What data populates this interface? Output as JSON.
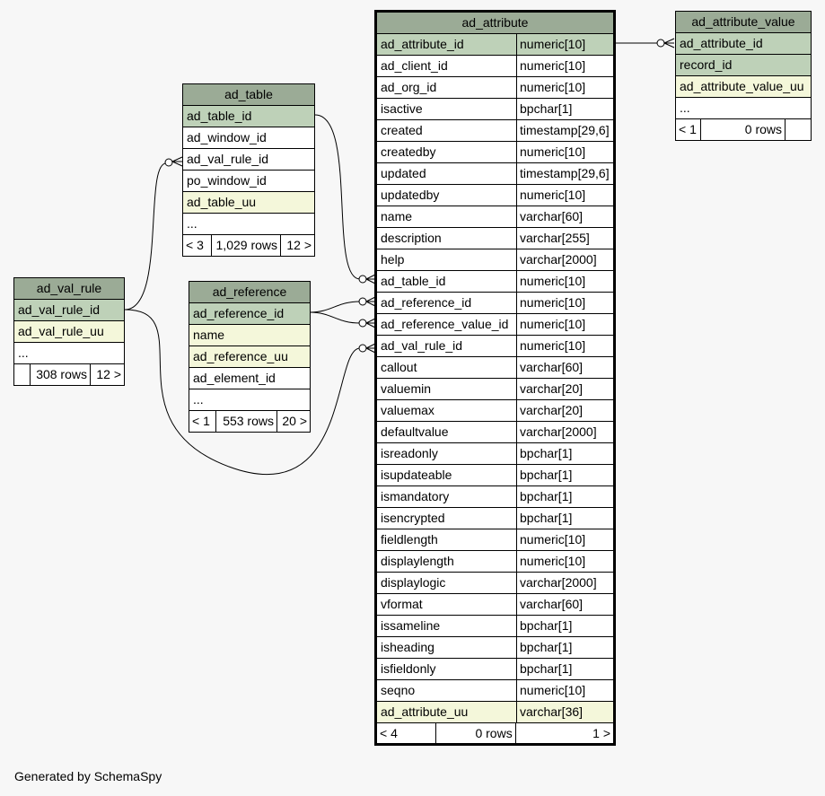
{
  "entities": {
    "ad_attribute": {
      "title": "ad_attribute",
      "columns": [
        {
          "name": "ad_attribute_id",
          "type": "numeric[10]",
          "kind": "pk"
        },
        {
          "name": "ad_client_id",
          "type": "numeric[10]",
          "kind": ""
        },
        {
          "name": "ad_org_id",
          "type": "numeric[10]",
          "kind": ""
        },
        {
          "name": "isactive",
          "type": "bpchar[1]",
          "kind": ""
        },
        {
          "name": "created",
          "type": "timestamp[29,6]",
          "kind": ""
        },
        {
          "name": "createdby",
          "type": "numeric[10]",
          "kind": ""
        },
        {
          "name": "updated",
          "type": "timestamp[29,6]",
          "kind": ""
        },
        {
          "name": "updatedby",
          "type": "numeric[10]",
          "kind": ""
        },
        {
          "name": "name",
          "type": "varchar[60]",
          "kind": ""
        },
        {
          "name": "description",
          "type": "varchar[255]",
          "kind": ""
        },
        {
          "name": "help",
          "type": "varchar[2000]",
          "kind": ""
        },
        {
          "name": "ad_table_id",
          "type": "numeric[10]",
          "kind": ""
        },
        {
          "name": "ad_reference_id",
          "type": "numeric[10]",
          "kind": ""
        },
        {
          "name": "ad_reference_value_id",
          "type": "numeric[10]",
          "kind": ""
        },
        {
          "name": "ad_val_rule_id",
          "type": "numeric[10]",
          "kind": ""
        },
        {
          "name": "callout",
          "type": "varchar[60]",
          "kind": ""
        },
        {
          "name": "valuemin",
          "type": "varchar[20]",
          "kind": ""
        },
        {
          "name": "valuemax",
          "type": "varchar[20]",
          "kind": ""
        },
        {
          "name": "defaultvalue",
          "type": "varchar[2000]",
          "kind": ""
        },
        {
          "name": "isreadonly",
          "type": "bpchar[1]",
          "kind": ""
        },
        {
          "name": "isupdateable",
          "type": "bpchar[1]",
          "kind": ""
        },
        {
          "name": "ismandatory",
          "type": "bpchar[1]",
          "kind": ""
        },
        {
          "name": "isencrypted",
          "type": "bpchar[1]",
          "kind": ""
        },
        {
          "name": "fieldlength",
          "type": "numeric[10]",
          "kind": ""
        },
        {
          "name": "displaylength",
          "type": "numeric[10]",
          "kind": ""
        },
        {
          "name": "displaylogic",
          "type": "varchar[2000]",
          "kind": ""
        },
        {
          "name": "vformat",
          "type": "varchar[60]",
          "kind": ""
        },
        {
          "name": "issameline",
          "type": "bpchar[1]",
          "kind": ""
        },
        {
          "name": "isheading",
          "type": "bpchar[1]",
          "kind": ""
        },
        {
          "name": "isfieldonly",
          "type": "bpchar[1]",
          "kind": ""
        },
        {
          "name": "seqno",
          "type": "numeric[10]",
          "kind": ""
        },
        {
          "name": "ad_attribute_uu",
          "type": "varchar[36]",
          "kind": "uq"
        }
      ],
      "footer": {
        "left": "< 4",
        "rows": "0 rows",
        "right": "1 >"
      }
    },
    "ad_attribute_value": {
      "title": "ad_attribute_value",
      "columns": [
        {
          "name": "ad_attribute_id",
          "kind": "pk"
        },
        {
          "name": "record_id",
          "kind": "pk"
        },
        {
          "name": "ad_attribute_value_uu",
          "kind": "uq"
        },
        {
          "name": "...",
          "kind": ""
        }
      ],
      "footer": {
        "left": "< 1",
        "rows": "0 rows",
        "right": ""
      }
    },
    "ad_table": {
      "title": "ad_table",
      "columns": [
        {
          "name": "ad_table_id",
          "kind": "pk"
        },
        {
          "name": "ad_window_id",
          "kind": ""
        },
        {
          "name": "ad_val_rule_id",
          "kind": ""
        },
        {
          "name": "po_window_id",
          "kind": ""
        },
        {
          "name": "ad_table_uu",
          "kind": "uq"
        },
        {
          "name": "...",
          "kind": ""
        }
      ],
      "footer": {
        "left": "< 3",
        "rows": "1,029 rows",
        "right": "12 >"
      }
    },
    "ad_reference": {
      "title": "ad_reference",
      "columns": [
        {
          "name": "ad_reference_id",
          "kind": "pk"
        },
        {
          "name": "name",
          "kind": "uq"
        },
        {
          "name": "ad_reference_uu",
          "kind": "uq"
        },
        {
          "name": "ad_element_id",
          "kind": ""
        },
        {
          "name": "...",
          "kind": ""
        }
      ],
      "footer": {
        "left": "< 1",
        "rows": "553 rows",
        "right": "20 >"
      }
    },
    "ad_val_rule": {
      "title": "ad_val_rule",
      "columns": [
        {
          "name": "ad_val_rule_id",
          "kind": "pk"
        },
        {
          "name": "ad_val_rule_uu",
          "kind": "uq"
        },
        {
          "name": "...",
          "kind": ""
        }
      ],
      "footer": {
        "left": "",
        "rows": "308 rows",
        "right": "12 >"
      }
    }
  },
  "footer_text": "Generated by SchemaSpy",
  "colors": {
    "header": "#9bab96",
    "primary_key": "#bed1b8",
    "unique": "#f4f7da",
    "background": "#f7f7f7"
  }
}
